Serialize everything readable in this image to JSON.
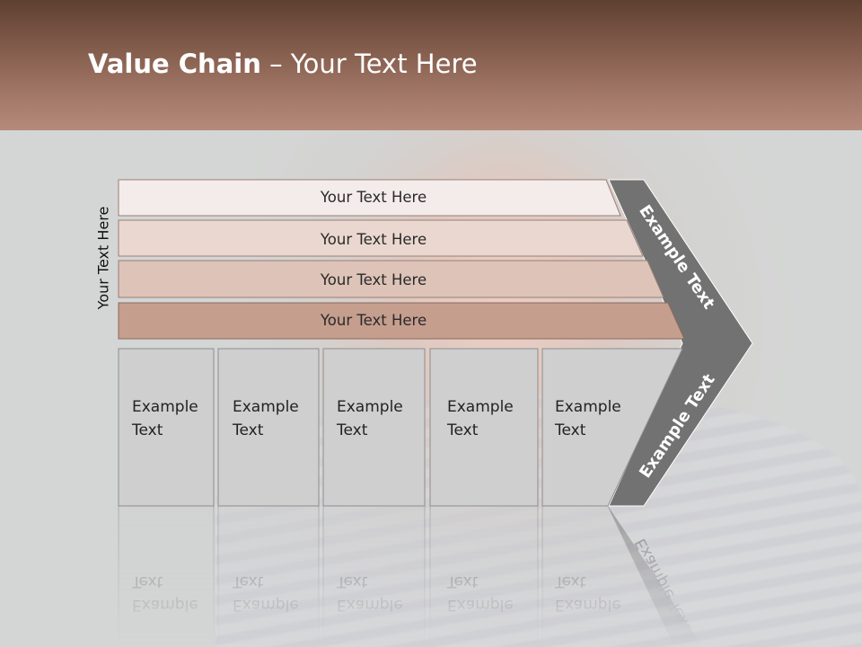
{
  "slide": {
    "title_bold": "Value Chain",
    "title_rest": " – Your Text Here",
    "vertical_label": "Your Text Here"
  },
  "bars": [
    {
      "label": "Your Text Here",
      "fill": "#f4ecea"
    },
    {
      "label": "Your Text Here",
      "fill": "#ead8d0"
    },
    {
      "label": "Your Text Here",
      "fill": "#ddc3b8"
    },
    {
      "label": "Your Text Here",
      "fill": "#c59e8e"
    }
  ],
  "cells": [
    {
      "line1": "Example",
      "line2": "Text"
    },
    {
      "line1": "Example",
      "line2": "Text"
    },
    {
      "line1": "Example",
      "line2": "Text"
    },
    {
      "line1": "Example",
      "line2": "Text"
    },
    {
      "line1": "Example",
      "line2": "Text"
    }
  ],
  "chevron": {
    "upper_label": "Example Text",
    "lower_label": "Example Text",
    "fill": "#727272"
  },
  "colors": {
    "title_bar_top": "#5e4031",
    "title_bar_bottom": "#b58a7a",
    "cell_fill": "#cfcfcf",
    "cell_stroke": "#8e8e8e"
  }
}
